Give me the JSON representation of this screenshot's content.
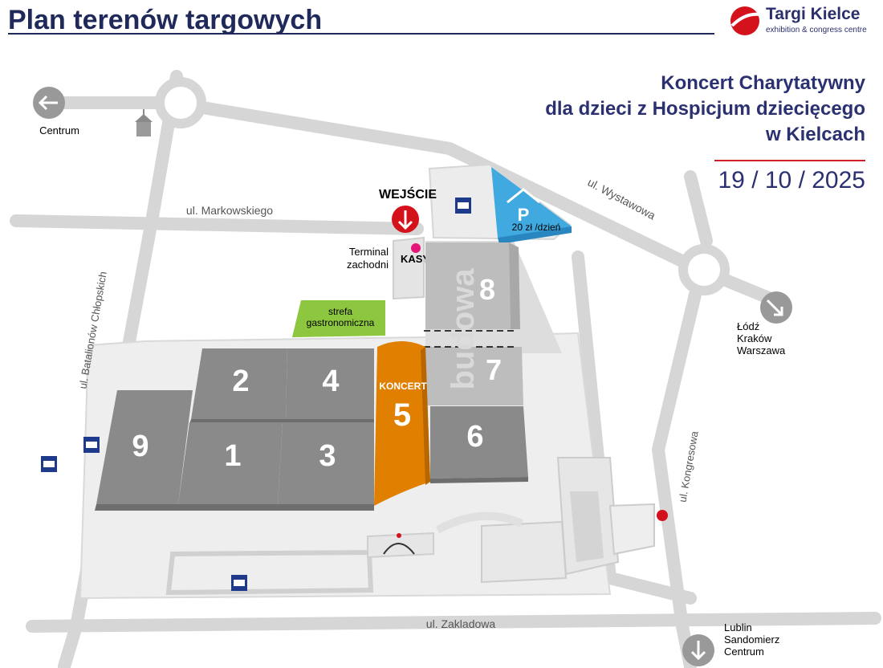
{
  "header": {
    "title": "Plan terenów targowych",
    "logo_name": "Targi Kielce",
    "logo_subtitle": "exhibition & congress centre"
  },
  "event": {
    "line1": "Koncert Charytatywny",
    "line2": "dla dzieci z Hospicjum dziecięcego",
    "line3": "w Kielcach",
    "date": "19 / 10 / 2025"
  },
  "map": {
    "entrance": "WEJŚCIE",
    "terminal_line1": "Terminal",
    "terminal_line2": "zachodni",
    "ticket_office": "KASY",
    "parking_price": "20 zł /dzień",
    "food_zone_line1": "strefa",
    "food_zone_line2": "gastronomiczna",
    "construction": "budowa",
    "concert_label": "KONCERT",
    "halls": {
      "h1": "1",
      "h2": "2",
      "h3": "3",
      "h4": "4",
      "h5": "5",
      "h6": "6",
      "h7": "7",
      "h8": "8",
      "h9": "9"
    },
    "streets": {
      "markowskiego": "ul. Markowskiego",
      "wystawowa": "ul. Wystawowa",
      "batalionow": "ul. Batalionów Chłopskich",
      "kongresowa": "ul. Kongresowa",
      "zakladowa": "ul. Zakladowa"
    },
    "directions": {
      "west": "Centrum",
      "east_1": "Łódź",
      "east_2": "Kraków",
      "east_3": "Warszawa",
      "south_1": "Lublin",
      "south_2": "Sandomierz",
      "south_3": "Centrum"
    }
  },
  "colors": {
    "navy": "#1f2a5a",
    "hall": "#8a8a8a",
    "concert": "#e07f00",
    "food": "#8dc63f",
    "parking": "#3fa9e0",
    "entrance_red": "#d4121c",
    "kasy_pink": "#e5157a"
  }
}
